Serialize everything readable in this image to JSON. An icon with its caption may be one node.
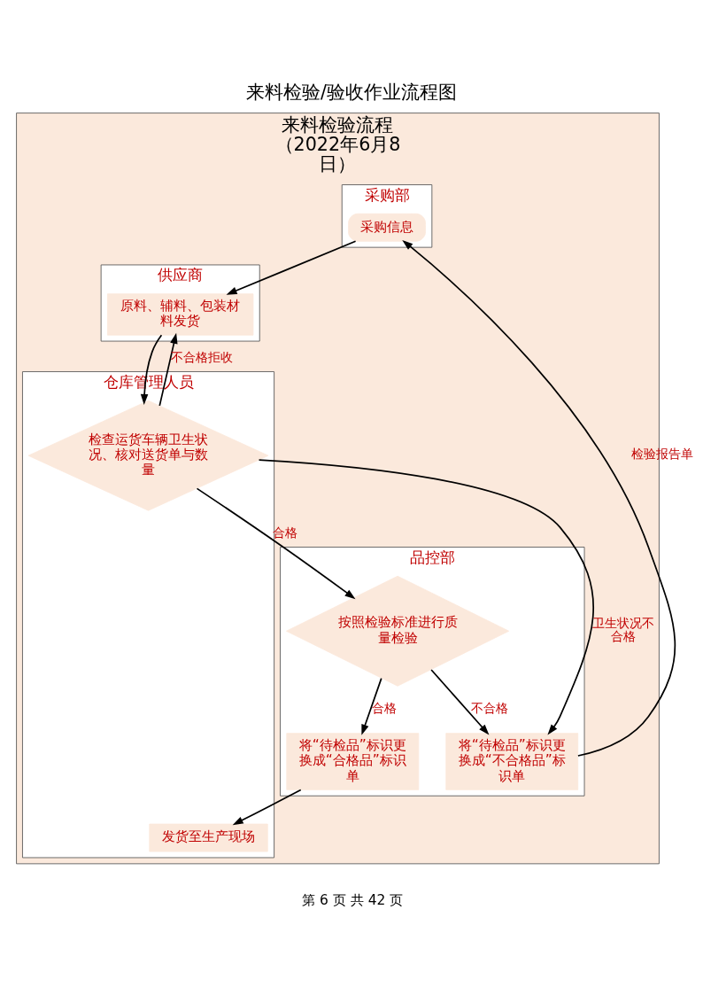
{
  "diagram": {
    "title": "来料检验/验收作业流程图",
    "nodes": [
      {
        "text": [
          "来料检验流程",
          "（2022年6月8日）"
        ]
      },
      {
        "text": [
          "采购部"
        ],
        "in": 0
      },
      {
        "text": [
          "供应商"
        ],
        "in": 0
      },
      {
        "text": [
          "仓库管理人员"
        ],
        "in": 0
      },
      {
        "text": [
          "品控部"
        ],
        "in": 0
      },
      {
        "text": [
          "将“待检品”标识更换成“不合格品”标识单"
        ],
        "in": 4
      },
      {
        "text": [
          "采购信息"
        ],
        "in": 1
      },
      {
        "text": [
          "原料、辅料、包装材料发货"
        ],
        "in": 2
      },
      {
        "text": [
          "检查运货车辆卫生状况、核对送货单与数量"
        ],
        "in": 3
      },
      {
        "text": [
          "按照检验标准进行质量检验"
        ],
        "in": 4
      },
      {
        "text": [
          "发货至生产现场"
        ],
        "in": 3
      },
      {
        "text": [
          "将“待检品”标识更换成“合格品”标识单"
        ],
        "in": 4
      }
    ],
    "edges": [
      {
        "from": 5,
        "to": 6,
        "arrow": "to",
        "label": "检验报告单"
      },
      {
        "from": 6,
        "to": 7,
        "arrow": "to"
      },
      {
        "from": 7,
        "to": 8,
        "arrow": "to"
      },
      {
        "from": 8,
        "to": 5,
        "arrow": "to",
        "label": "卫生状况不合格"
      },
      {
        "from": 8,
        "to": 9,
        "arrow": "to",
        "label": "合格"
      },
      {
        "from": 9,
        "to": 5,
        "arrow": "to",
        "label": "不合格"
      },
      {
        "from": 8,
        "to": 7,
        "arrow": "to",
        "label": "不合格拒收"
      },
      {
        "from": 9,
        "to": 11,
        "arrow": "to",
        "label": "合格"
      },
      {
        "from": 11,
        "to": 10,
        "arrow": "to"
      }
    ],
    "labels": [
      "第 6 页 共 42 页"
    ]
  }
}
